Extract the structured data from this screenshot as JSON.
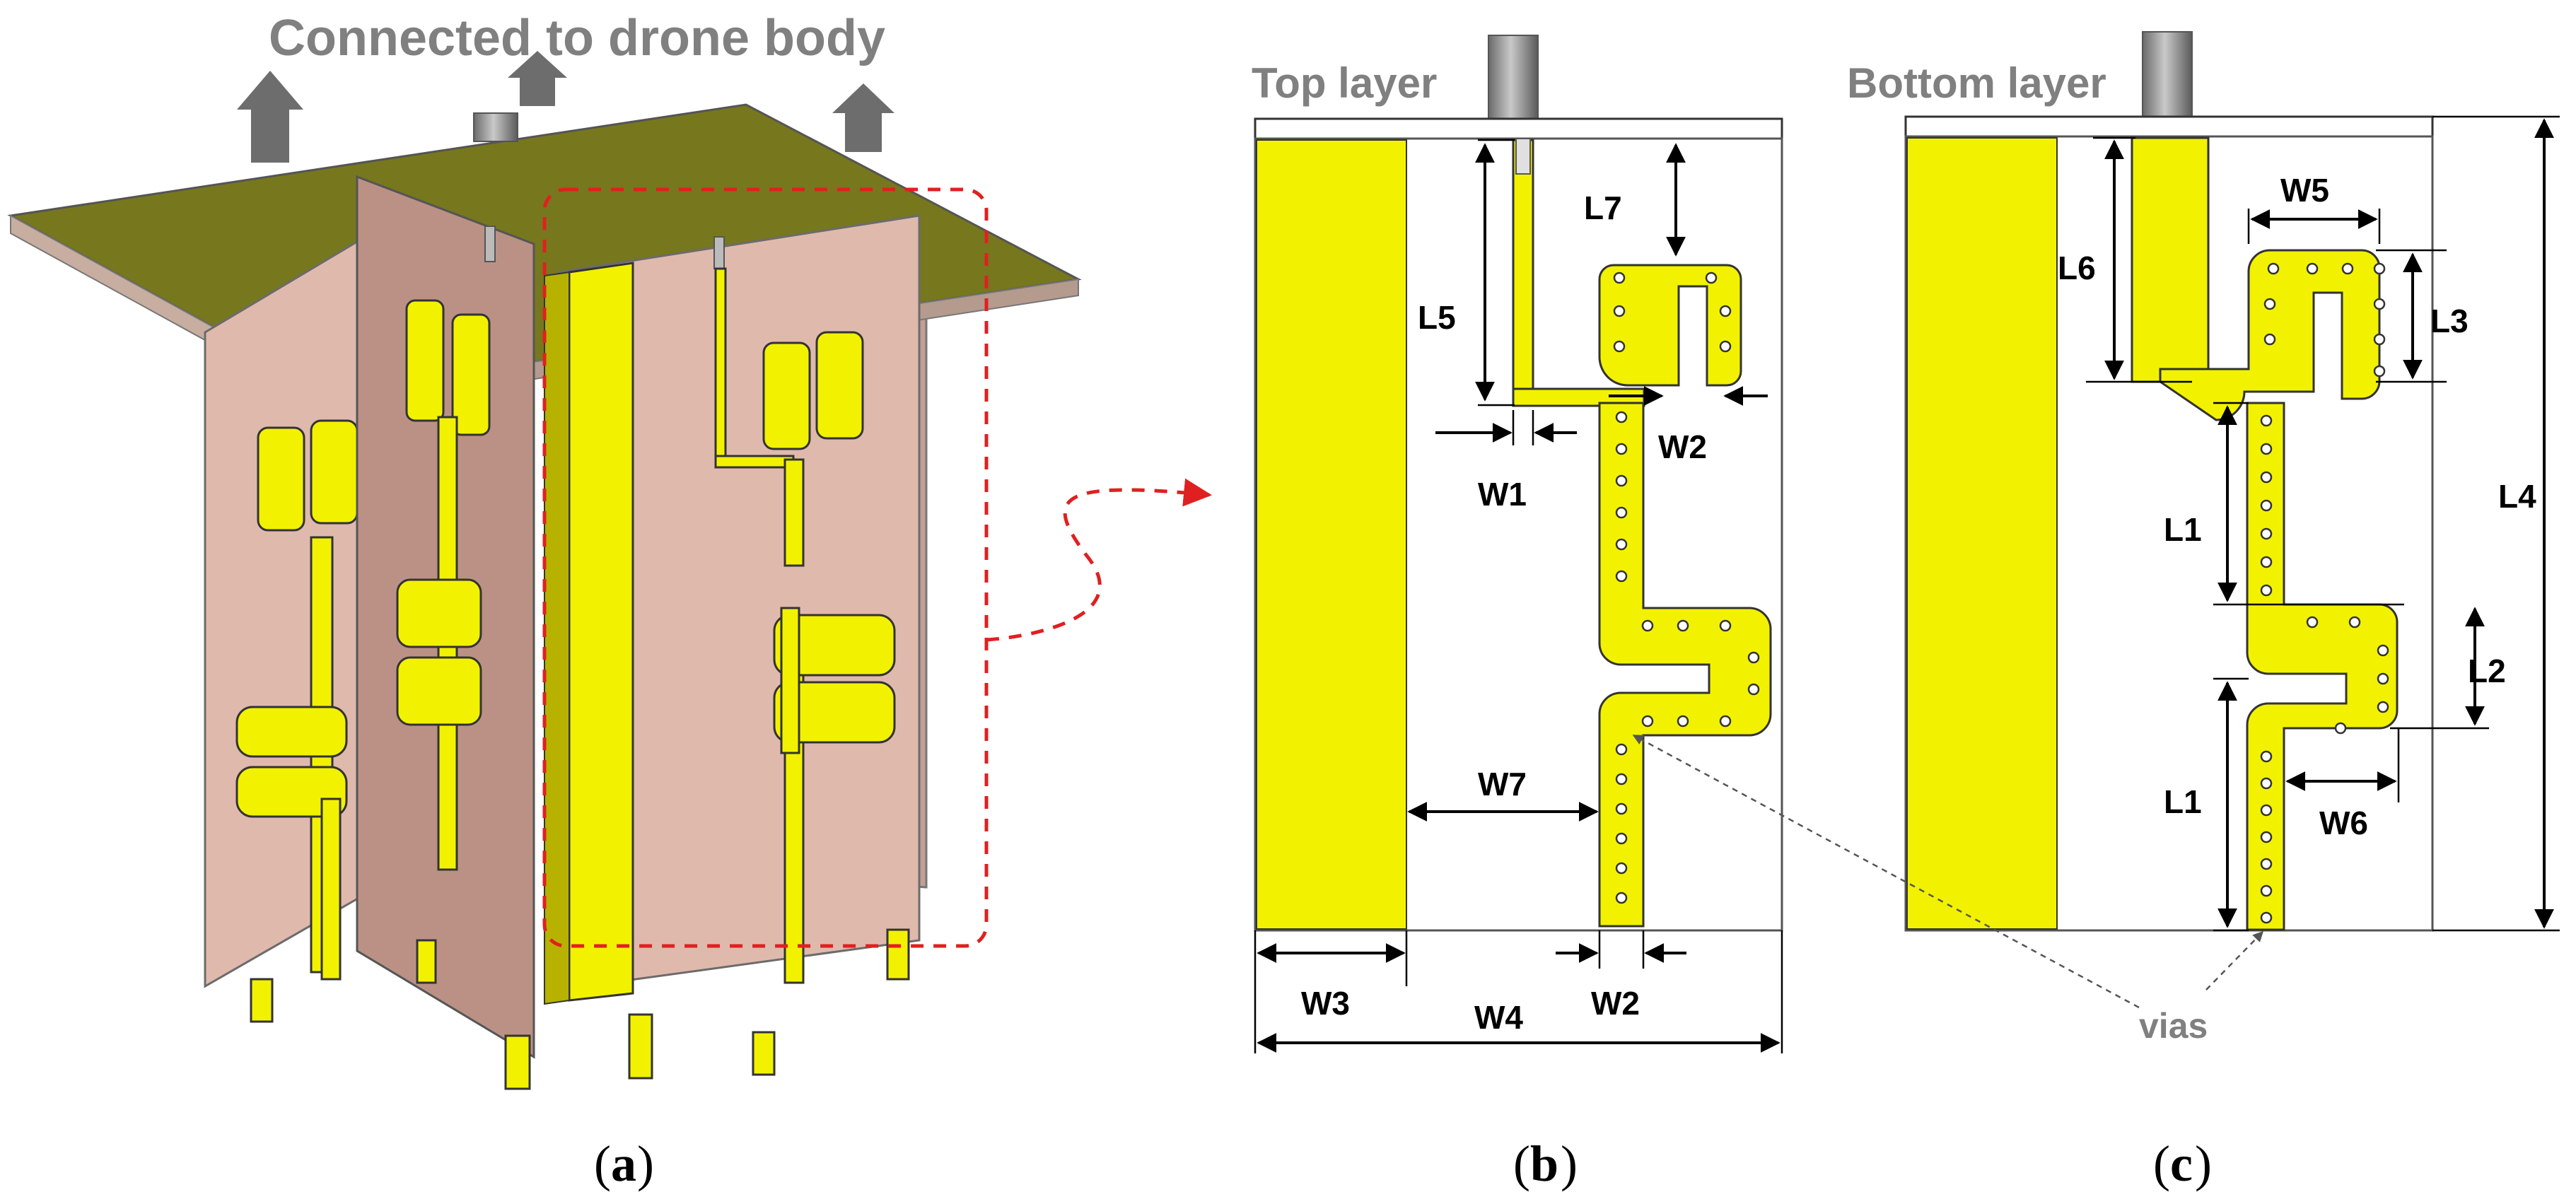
{
  "colors": {
    "copper": "#f2f200",
    "substrate": "#deb8ac",
    "top_plate": "#77771e",
    "plate_edge": "#c8aea0",
    "connector": "#8d8d8d",
    "leader": "#e02020"
  },
  "panel_a": {
    "heading": "Connected to drone body",
    "caption_open": "(",
    "caption_letter": "a",
    "caption_close": ")"
  },
  "panel_b": {
    "layer_title": "Top layer",
    "dimensions": {
      "L5": "L5",
      "L7": "L7",
      "W1": "W1",
      "W2_top": "W2",
      "W7": "W7",
      "W3": "W3",
      "W2_bottom": "W2",
      "W4": "W4"
    },
    "caption_open": "(",
    "caption_letter": "b",
    "caption_close": ")"
  },
  "panel_c": {
    "layer_title": "Bottom layer",
    "dimensions": {
      "W5": "W5",
      "L6": "L6",
      "L3": "L3",
      "L4": "L4",
      "L1_top": "L1",
      "L2": "L2",
      "L1_bottom": "L1",
      "W6": "W6"
    },
    "vias_label": "vias",
    "caption_open": "(",
    "caption_letter": "c",
    "caption_close": ")"
  }
}
